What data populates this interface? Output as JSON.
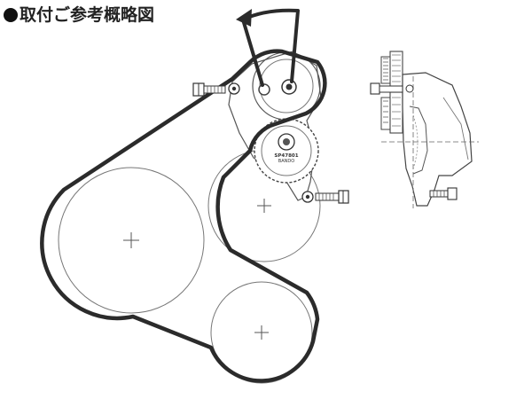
{
  "title": "取付ご参考概略図",
  "tensioner_label_1": "SP47801",
  "tensioner_label_2": "BANDO",
  "colors": {
    "belt": "#2b2b2b",
    "line": "#666666",
    "background": "#ffffff"
  },
  "icons": {
    "rotation_arrow": "curved-arrow-icon",
    "bullet": "filled-circle-icon"
  }
}
